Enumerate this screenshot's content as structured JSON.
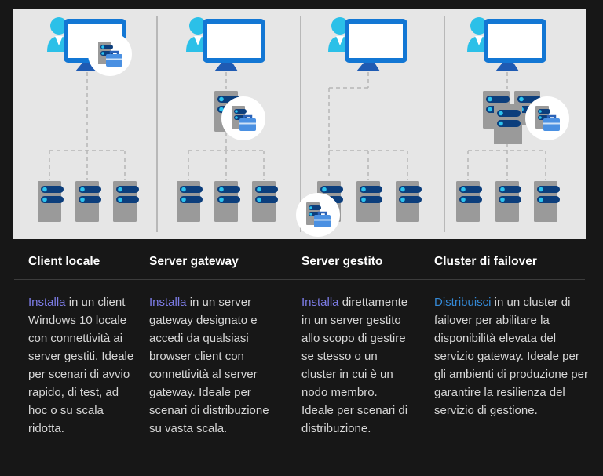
{
  "theme": {
    "page_bg": "#171717",
    "panel_bg": "#e6e6e6",
    "heading_color": "#ffffff",
    "body_color": "#d6d6d6",
    "link_purple": "#7d7de8",
    "link_blue": "#3489d6",
    "header_divider": "#3c3c3c",
    "figure_divider": "#a8a8a8",
    "dashed_connector": "#b5b5b5",
    "monitor_frame_blue": "#1377d4",
    "monitor_stand_blue": "#1f5bb3",
    "person_cyan": "#2bc0e8",
    "server_gray": "#9a9a9a",
    "server_bar_navy": "#0c3e7c",
    "server_led_cyan": "#2cc3ef",
    "briefcase_blue": "#4a90e2",
    "badge_bg": "#ffffff"
  },
  "figure": {
    "panels": [
      {
        "name": "client-locale",
        "icons": [
          "user-icon",
          "monitor-icon",
          "admin-center-badge-icon",
          "server-icon",
          "server-icon",
          "server-icon"
        ]
      },
      {
        "name": "server-gateway",
        "icons": [
          "user-icon",
          "monitor-icon",
          "gateway-server-icon",
          "admin-center-badge-icon",
          "server-icon",
          "server-icon",
          "server-icon"
        ]
      },
      {
        "name": "server-gestito",
        "icons": [
          "user-icon",
          "monitor-icon",
          "admin-center-badge-icon",
          "server-icon",
          "server-icon",
          "server-icon"
        ]
      },
      {
        "name": "cluster-di-failover",
        "icons": [
          "user-icon",
          "monitor-icon",
          "cluster-icon",
          "admin-center-badge-icon",
          "server-icon",
          "server-icon",
          "server-icon"
        ]
      }
    ]
  },
  "table": {
    "columns": [
      {
        "header": "Client locale",
        "link_label": "Installa",
        "description_rest": " in un client Windows 10 locale con connettività ai server gestiti. Ideale per scenari di avvio rapido, di test, ad hoc o su scala ridotta."
      },
      {
        "header": "Server gateway",
        "link_label": "Installa",
        "description_rest": " in un server gateway designato e accedi da qualsiasi browser client con connettività al server gateway. Ideale per scenari di distribuzione su vasta scala."
      },
      {
        "header": "Server gestito",
        "link_label": "Installa",
        "description_rest": " direttamente in un server gestito allo scopo di gestire se stesso o un cluster in cui è un nodo membro. Ideale per scenari di distribuzione."
      },
      {
        "header": "Cluster di failover",
        "link_label": "Distribuisci",
        "description_rest": " in un cluster di failover per abilitare la disponibilità elevata del servizio gateway. Ideale per gli ambienti di produzione per garantire la resilienza del servizio di gestione."
      }
    ]
  }
}
